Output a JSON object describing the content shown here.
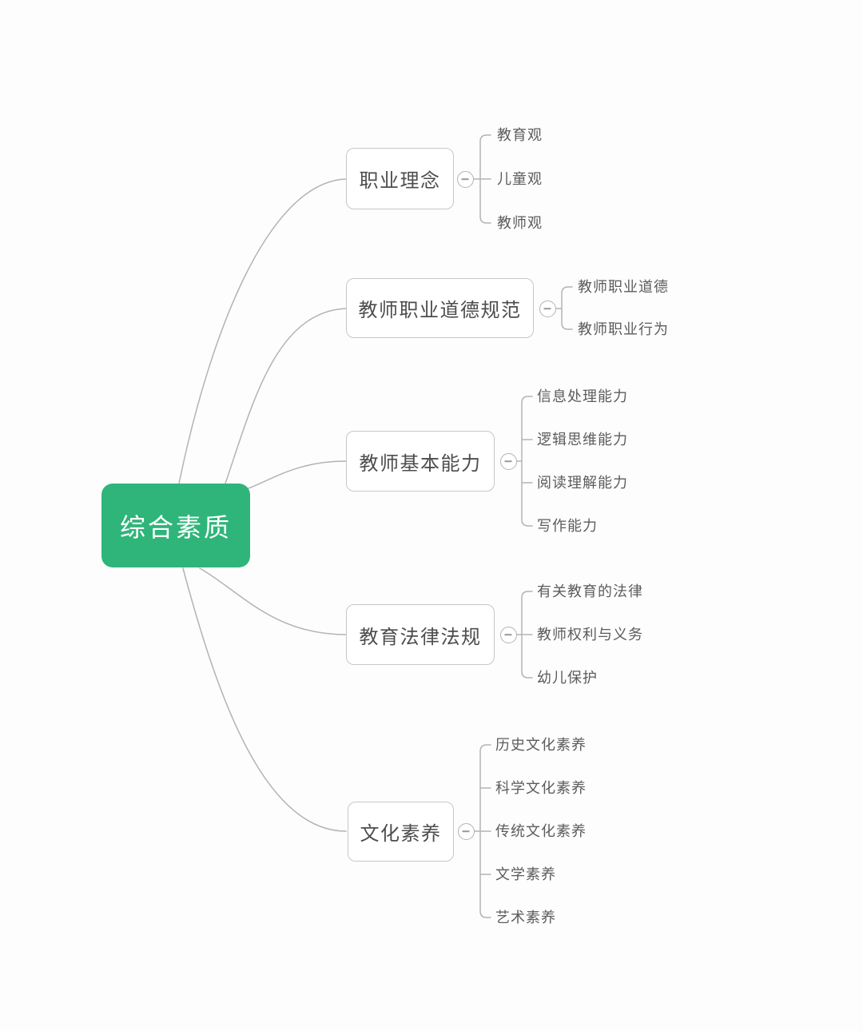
{
  "root": {
    "label": "综合素质"
  },
  "branches": [
    {
      "label": "职业理念",
      "children": [
        "教育观",
        "儿童观",
        "教师观"
      ]
    },
    {
      "label": "教师职业道德规范",
      "children": [
        "教师职业道德",
        "教师职业行为"
      ]
    },
    {
      "label": "教师基本能力",
      "children": [
        "信息处理能力",
        "逻辑思维能力",
        "阅读理解能力",
        "写作能力"
      ]
    },
    {
      "label": "教育法律法规",
      "children": [
        "有关教育的法律",
        "教师权利与义务",
        "幼儿保护"
      ]
    },
    {
      "label": "文化素养",
      "children": [
        "历史文化素养",
        "科学文化素养",
        "传统文化素养",
        "文学素养",
        "艺术素养"
      ]
    }
  ],
  "icons": {
    "collapse": "minus-circle"
  },
  "colors": {
    "root_bg": "#2FB57A",
    "root_text": "#FFFFFF",
    "connector_line": "#B3B3B3",
    "topic_border": "#C7C7C7",
    "topic_text": "#4D4D4D",
    "subtopic_text": "#5C5C5C",
    "background": "#FDFDFD"
  }
}
